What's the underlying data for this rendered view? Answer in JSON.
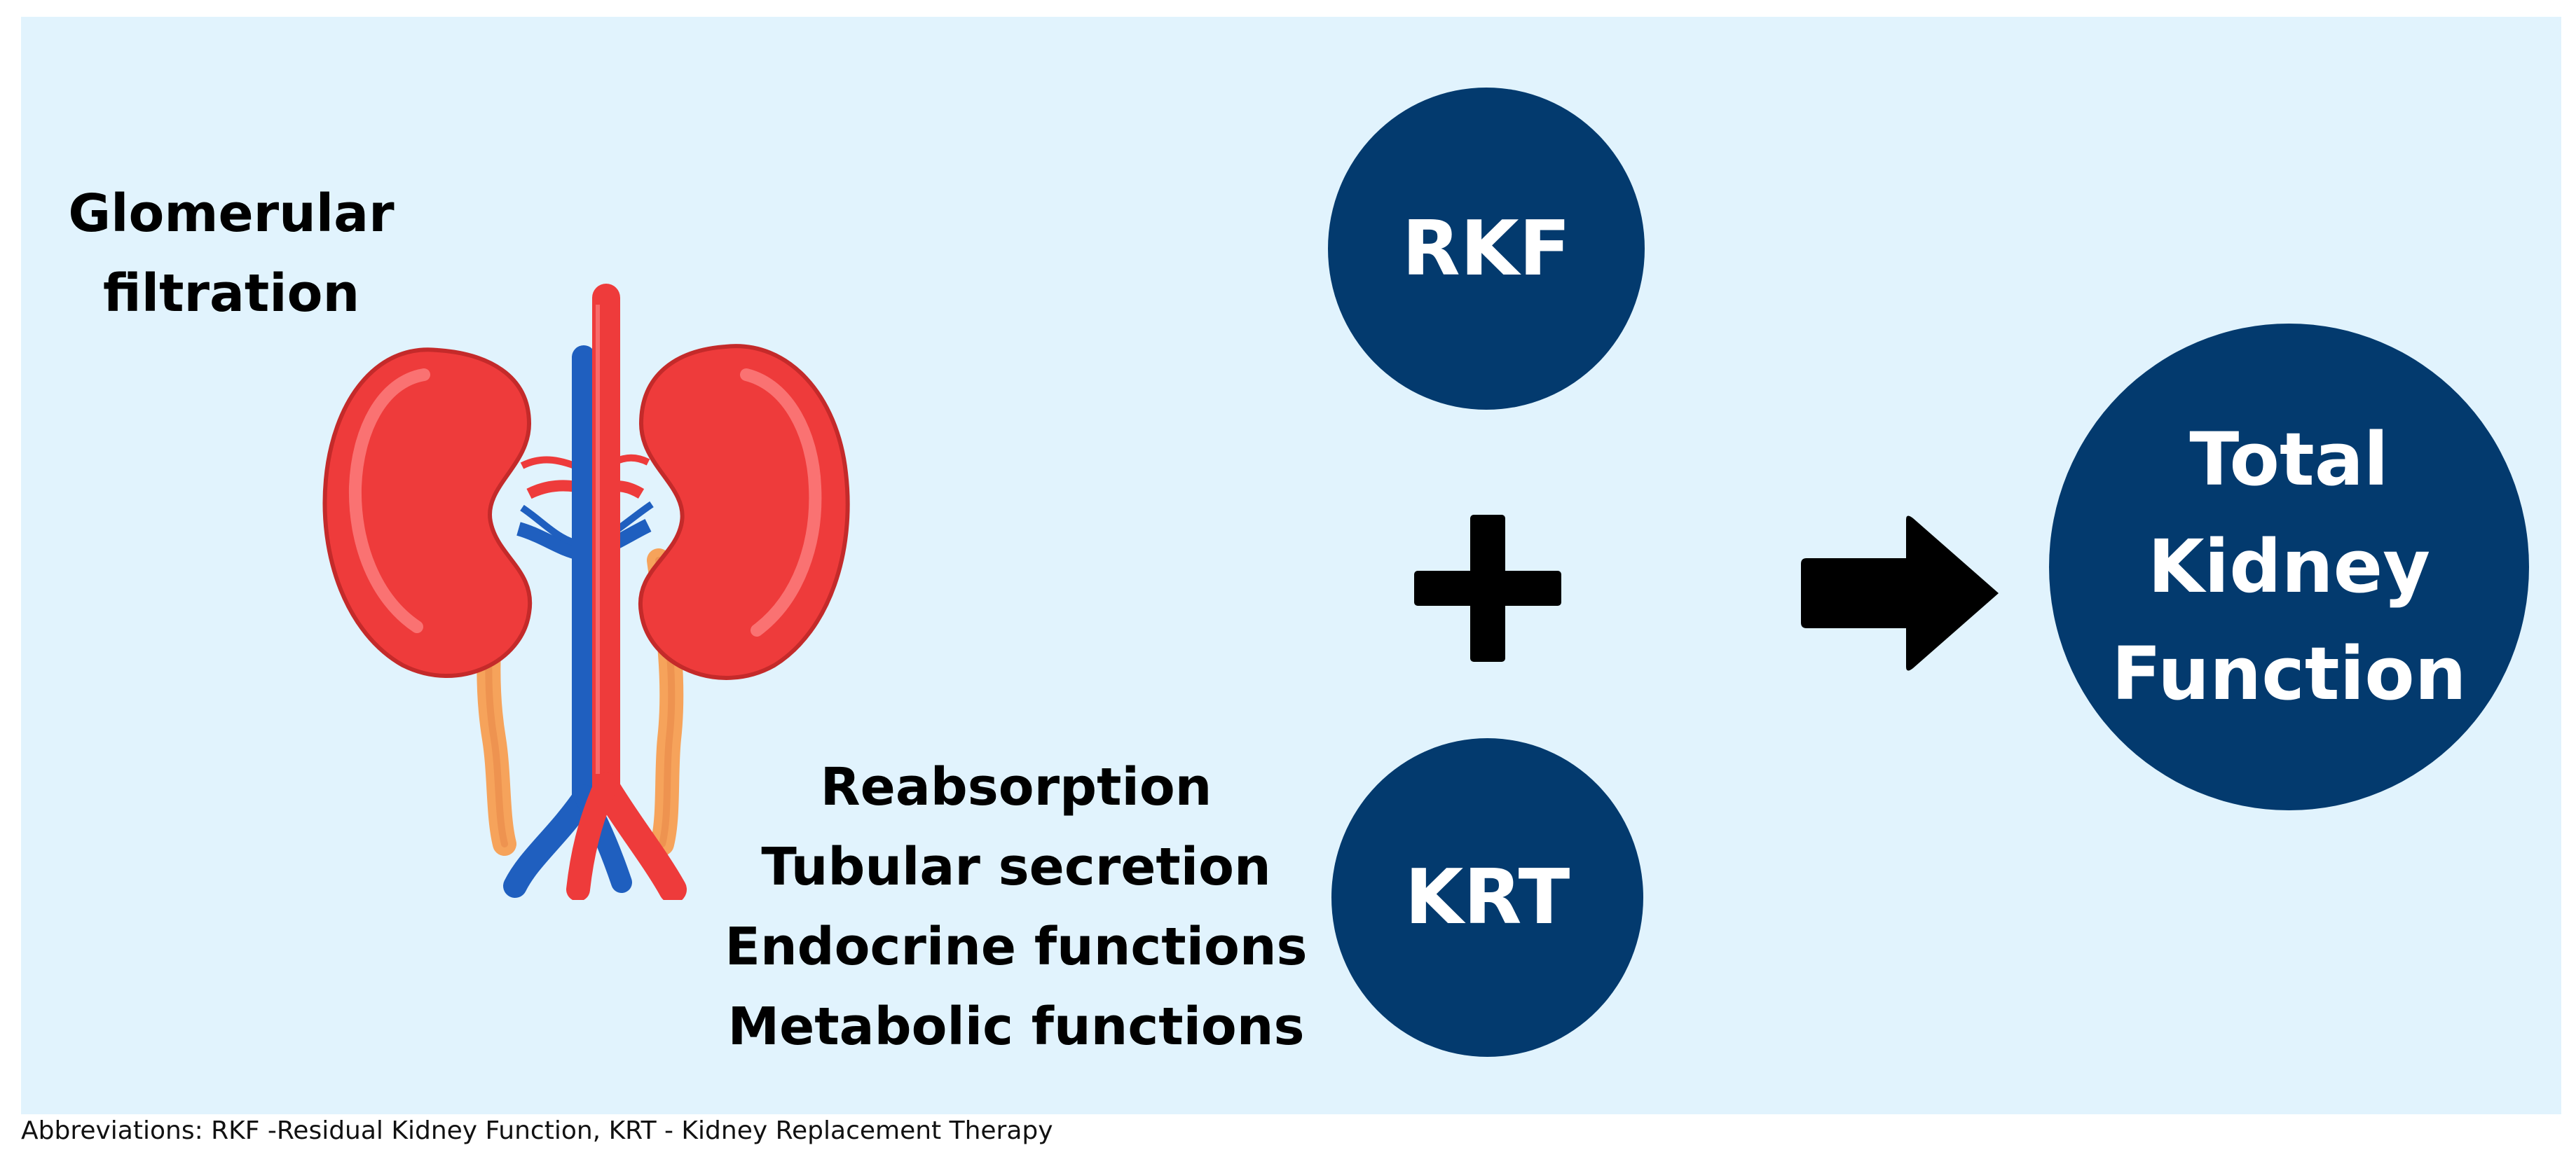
{
  "diagram": {
    "left_label": {
      "line1": "Glomerular",
      "line2": "filtration"
    },
    "functions": [
      "Reabsorption",
      "Tubular secretion",
      "Endocrine functions",
      "Metabolic functions"
    ],
    "rkf_label": "RKF",
    "krt_label": "KRT",
    "total_label": {
      "line1": "Total",
      "line2": "Kidney",
      "line3": "Function"
    },
    "icons": {
      "illustration": "kidneys-icon",
      "operator": "plus-icon",
      "result": "arrow-right-icon"
    },
    "colors": {
      "background": "#e1f3fd",
      "circle_fill": "#033a6e",
      "circle_text": "#ffffff",
      "kidney_red": "#ee3b3b",
      "vein_blue": "#1f5fbf",
      "ureter_orange": "#f6a35b",
      "symbol": "#000000"
    }
  },
  "caption": "Abbreviations: RKF -Residual Kidney Function, KRT - Kidney Replacement Therapy"
}
